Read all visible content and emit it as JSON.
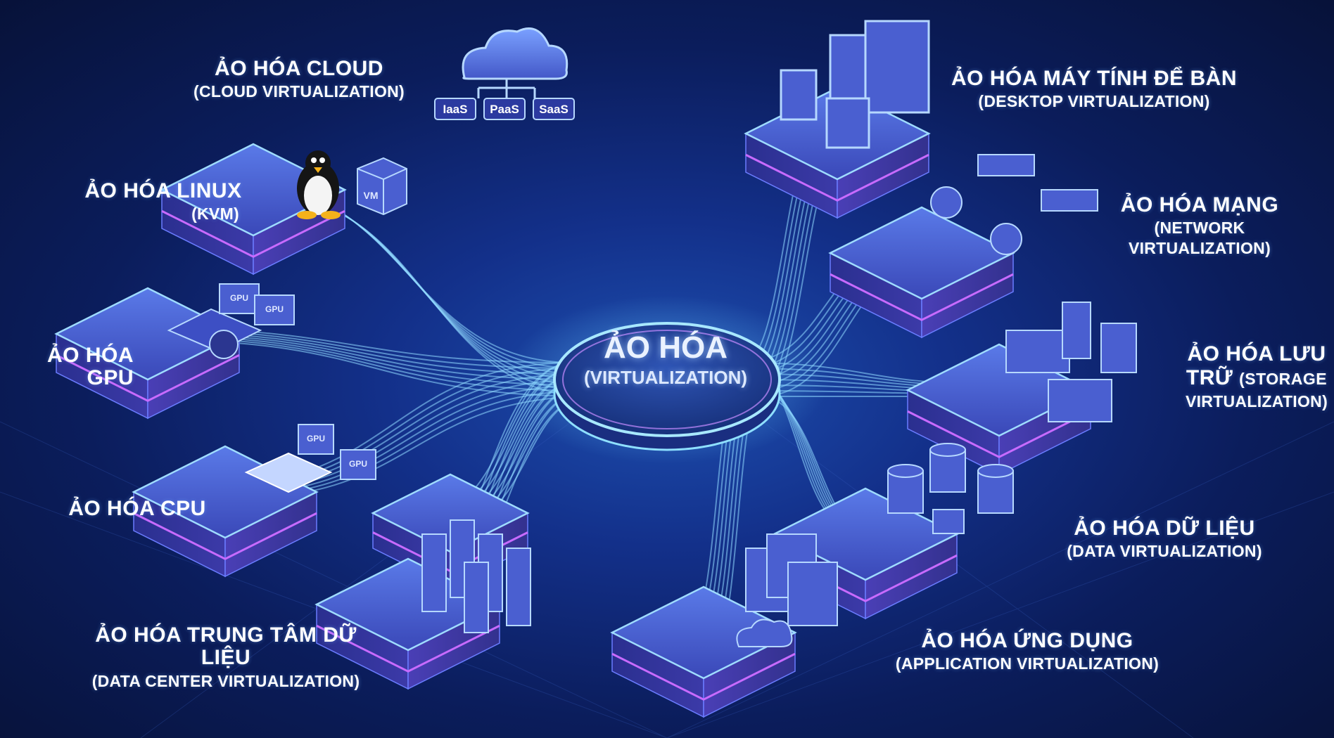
{
  "hub": {
    "title": "ẢO HÓA",
    "subtitle": "(VIRTUALIZATION)"
  },
  "nodes": {
    "cloud": {
      "title": "ẢO HÓA CLOUD",
      "subtitle": "(CLOUD VIRTUALIZATION)",
      "services": [
        "IaaS",
        "PaaS",
        "SaaS"
      ]
    },
    "linux": {
      "title": "ẢO HÓA LINUX",
      "subtitle": "(KVM)",
      "vm_label": "VM"
    },
    "gpu": {
      "title": "ẢO HÓA GPU",
      "chip_label": "GPU"
    },
    "cpu": {
      "title": "ẢO HÓA CPU",
      "chip_label": "GPU"
    },
    "datacenter": {
      "title": "ẢO HÓA TRUNG TÂM DỮ LIỆU",
      "subtitle": "(DATA CENTER VIRTUALIZATION)"
    },
    "desktop": {
      "title": "ẢO HÓA MÁY TÍNH ĐỂ BÀN",
      "subtitle": "(DESKTOP VIRTUALIZATION)"
    },
    "network": {
      "title": "ẢO HÓA MẠNG",
      "subtitle_line1": "(NETWORK",
      "subtitle_line2": "VIRTUALIZATION)"
    },
    "storage": {
      "title_line1": "ẢO HÓA LƯU",
      "title_line2_a": "TRỮ",
      "title_line2_b": "(STORAGE",
      "title_line3": "VIRTUALIZATION)"
    },
    "data": {
      "title": "ẢO HÓA DỮ LIỆU",
      "subtitle": "(DATA VIRTUALIZATION)"
    },
    "application": {
      "title": "ẢO HÓA ỨNG DỤNG",
      "subtitle": "(APPLICATION VIRTUALIZATION)"
    }
  },
  "colors": {
    "glow": "#7fd4ff",
    "accent": "#c86bff",
    "platform": "#3b4fc4"
  }
}
